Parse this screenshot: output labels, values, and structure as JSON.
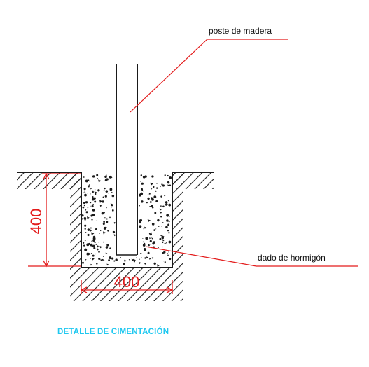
{
  "labels": {
    "post": "poste de madera",
    "concrete": "dado de hormigón"
  },
  "dimensions": {
    "height": "400",
    "width": "400"
  },
  "caption": "DETALLE DE CIMENTACIÓN",
  "colors": {
    "line": "#1a1a1a",
    "dimension": "#e31b1b",
    "leader": "#e31b1b",
    "caption": "#1fc8f0"
  }
}
